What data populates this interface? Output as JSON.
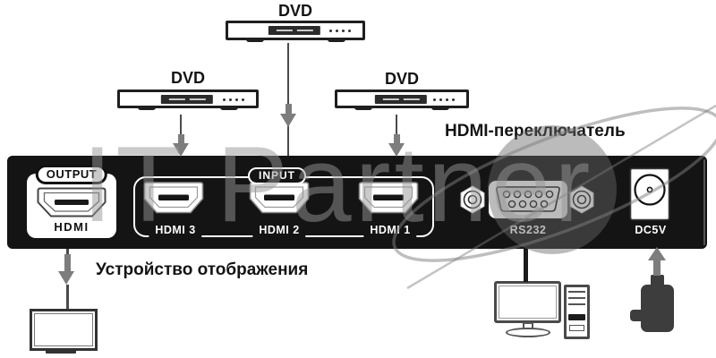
{
  "title": "HDMI-переключатель",
  "watermark": {
    "text": "IT Partner"
  },
  "sources": {
    "dvd_top": "DVD",
    "dvd_left": "DVD",
    "dvd_right": "DVD"
  },
  "switcher": {
    "output_label": "OUTPUT",
    "output_port": "HDMI",
    "input_label": "INPUT",
    "input_ports": [
      "HDMI 3",
      "HDMI 2",
      "HDMI 1"
    ],
    "rs232": "RS232",
    "power": "DC5V"
  },
  "display": {
    "label": "Устройство отображения"
  },
  "colors": {
    "panel": "#141414",
    "arrow": "#7d7d7d",
    "watermark": "#969696",
    "text": "#141414"
  }
}
